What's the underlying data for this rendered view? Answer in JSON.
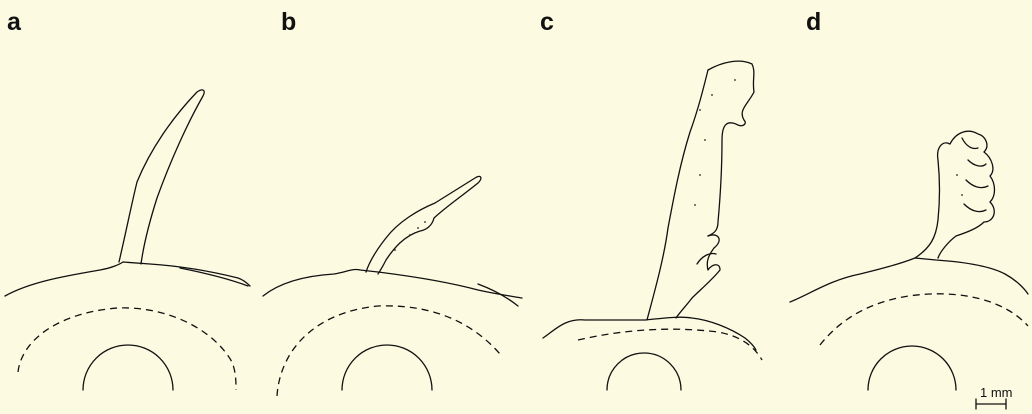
{
  "panels": [
    {
      "label": "a"
    },
    {
      "label": "b"
    },
    {
      "label": "c"
    },
    {
      "label": "d"
    }
  ],
  "scale_bar": {
    "label": "1 mm"
  },
  "colors": {
    "background": "#fcfae1",
    "ink": "#111111"
  }
}
